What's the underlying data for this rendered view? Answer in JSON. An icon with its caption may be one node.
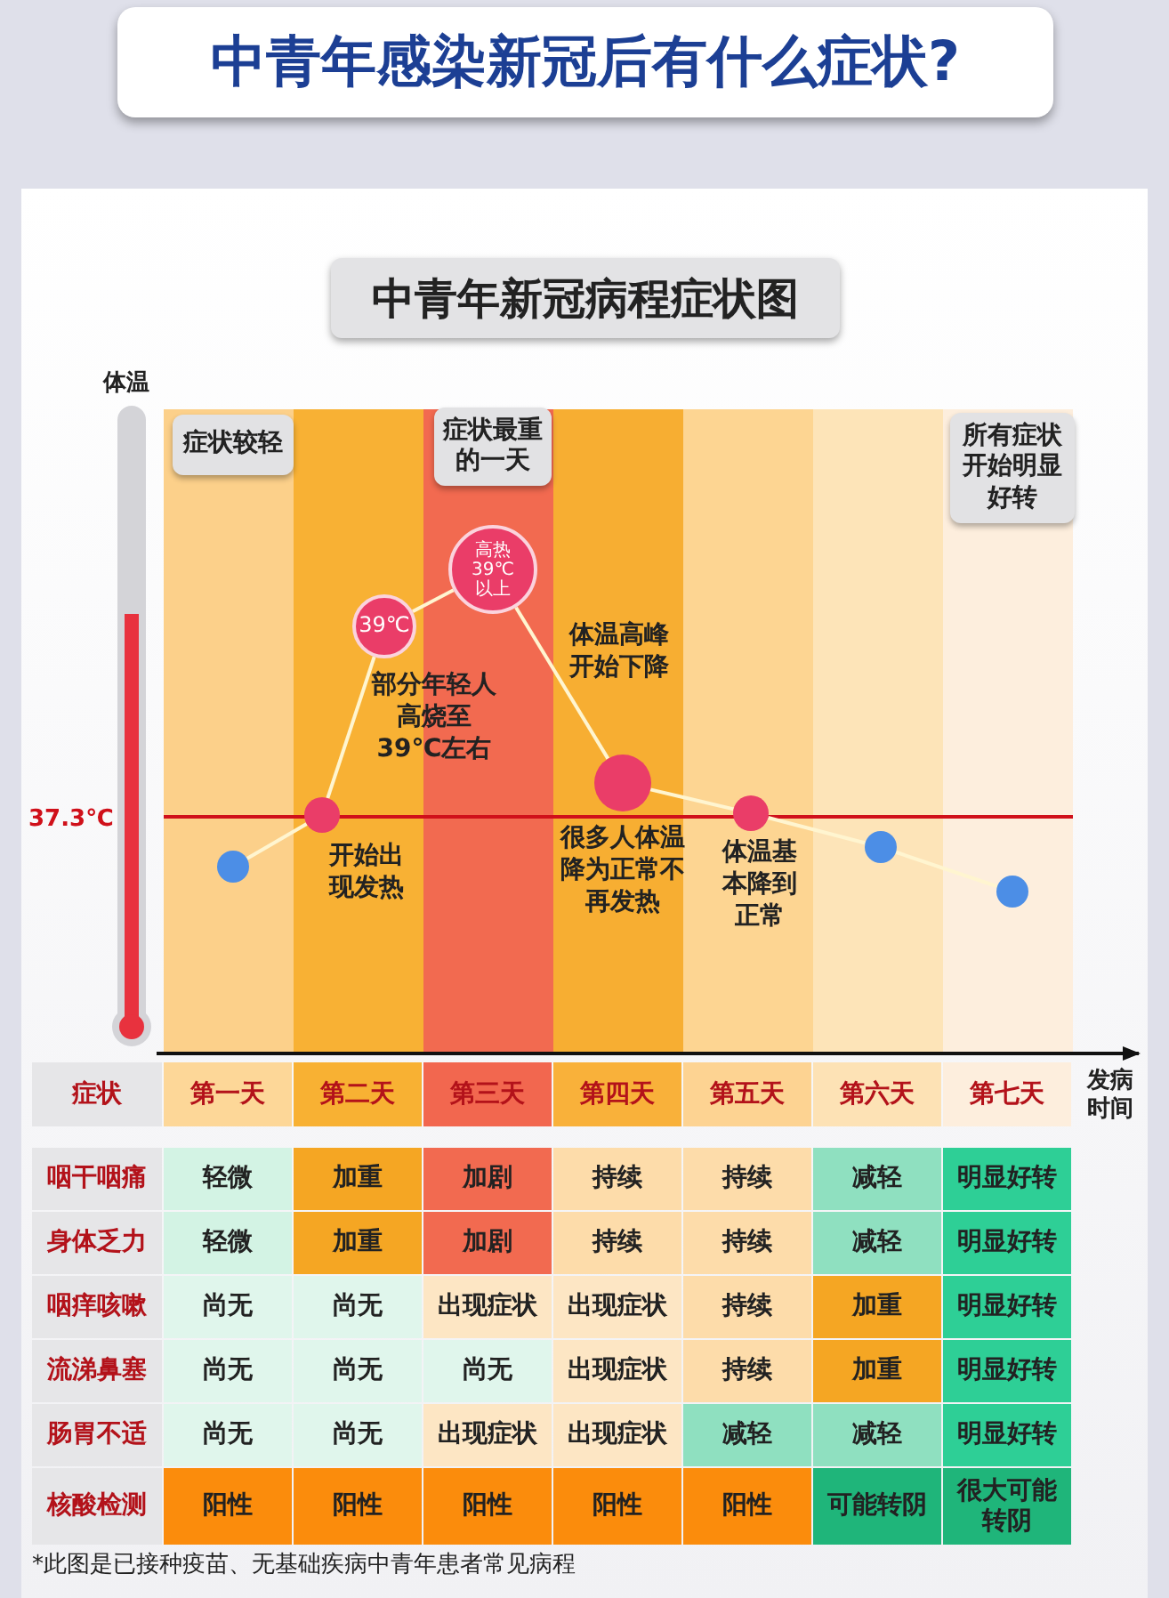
{
  "diagram": {
    "title": "中青年感染新冠后有什么症状?",
    "caption": "*此图是已接种疫苗、无基础疾病中青年患者常见病程",
    "nodes": [
      {
        "text": [
          "症状较轻"
        ]
      },
      {
        "text": [
          "症状最重的一天"
        ]
      },
      {
        "text": [
          "所有症状开始明显好转"
        ]
      },
      {
        "text": [],
        "shape": "circle"
      },
      {
        "text": [],
        "shape": "circle",
        "beside": [
          "开始出现发热"
        ]
      },
      {
        "text": [
          "39℃"
        ],
        "beside": [
          "部分年轻人高烧至39℃左右"
        ]
      },
      {
        "text": [
          "高热39℃以上"
        ]
      },
      {
        "text": [],
        "shape": "circle",
        "beside": [
          "很多人体温降为正常不再发热"
        ]
      },
      {
        "text": [],
        "shape": "circle",
        "beside": [
          "体温基本降到正常"
        ]
      },
      {
        "text": [],
        "shape": "circle"
      },
      {
        "text": [],
        "shape": "circle"
      }
    ],
    "edges": [
      {
        "from": 3,
        "to": 4,
        "arrow": "none"
      },
      {
        "from": 4,
        "to": 5,
        "arrow": "none"
      },
      {
        "from": 5,
        "to": 6,
        "arrow": "none"
      },
      {
        "from": 6,
        "to": 7,
        "arrow": "none"
      },
      {
        "from": 7,
        "to": 8,
        "arrow": "none"
      },
      {
        "from": 8,
        "to": 9,
        "arrow": "none"
      },
      {
        "from": 9,
        "to": 10,
        "arrow": "none"
      }
    ],
    "labels": [
      "中青年新冠病程症状图",
      "体温",
      "体温高峰开始下降",
      "37.3℃",
      "症状",
      "第一天",
      "第二天",
      "第三天",
      "第四天",
      "第五天",
      "第六天",
      "第七天",
      "发病时间",
      "咽干咽痛",
      "轻微",
      "加重",
      "加剧",
      "持续",
      "持续",
      "减轻",
      "明显好转",
      "身体乏力",
      "轻微",
      "加重",
      "加剧",
      "持续",
      "持续",
      "减轻",
      "明显好转",
      "咽痒咳嗽",
      "尚无",
      "尚无",
      "出现症状",
      "出现症状",
      "持续",
      "加重",
      "明显好转",
      "流涕鼻塞",
      "尚无",
      "尚无",
      "尚无",
      "出现症状",
      "持续",
      "加重",
      "明显好转",
      "肠胃不适",
      "尚无",
      "尚无",
      "出现症状",
      "出现症状",
      "减轻",
      "减轻",
      "明显好转",
      "核酸检测",
      "阳性",
      "阳性",
      "阳性",
      "阳性",
      "阳性",
      "可能转阴",
      "很大可能转阴"
    ]
  }
}
